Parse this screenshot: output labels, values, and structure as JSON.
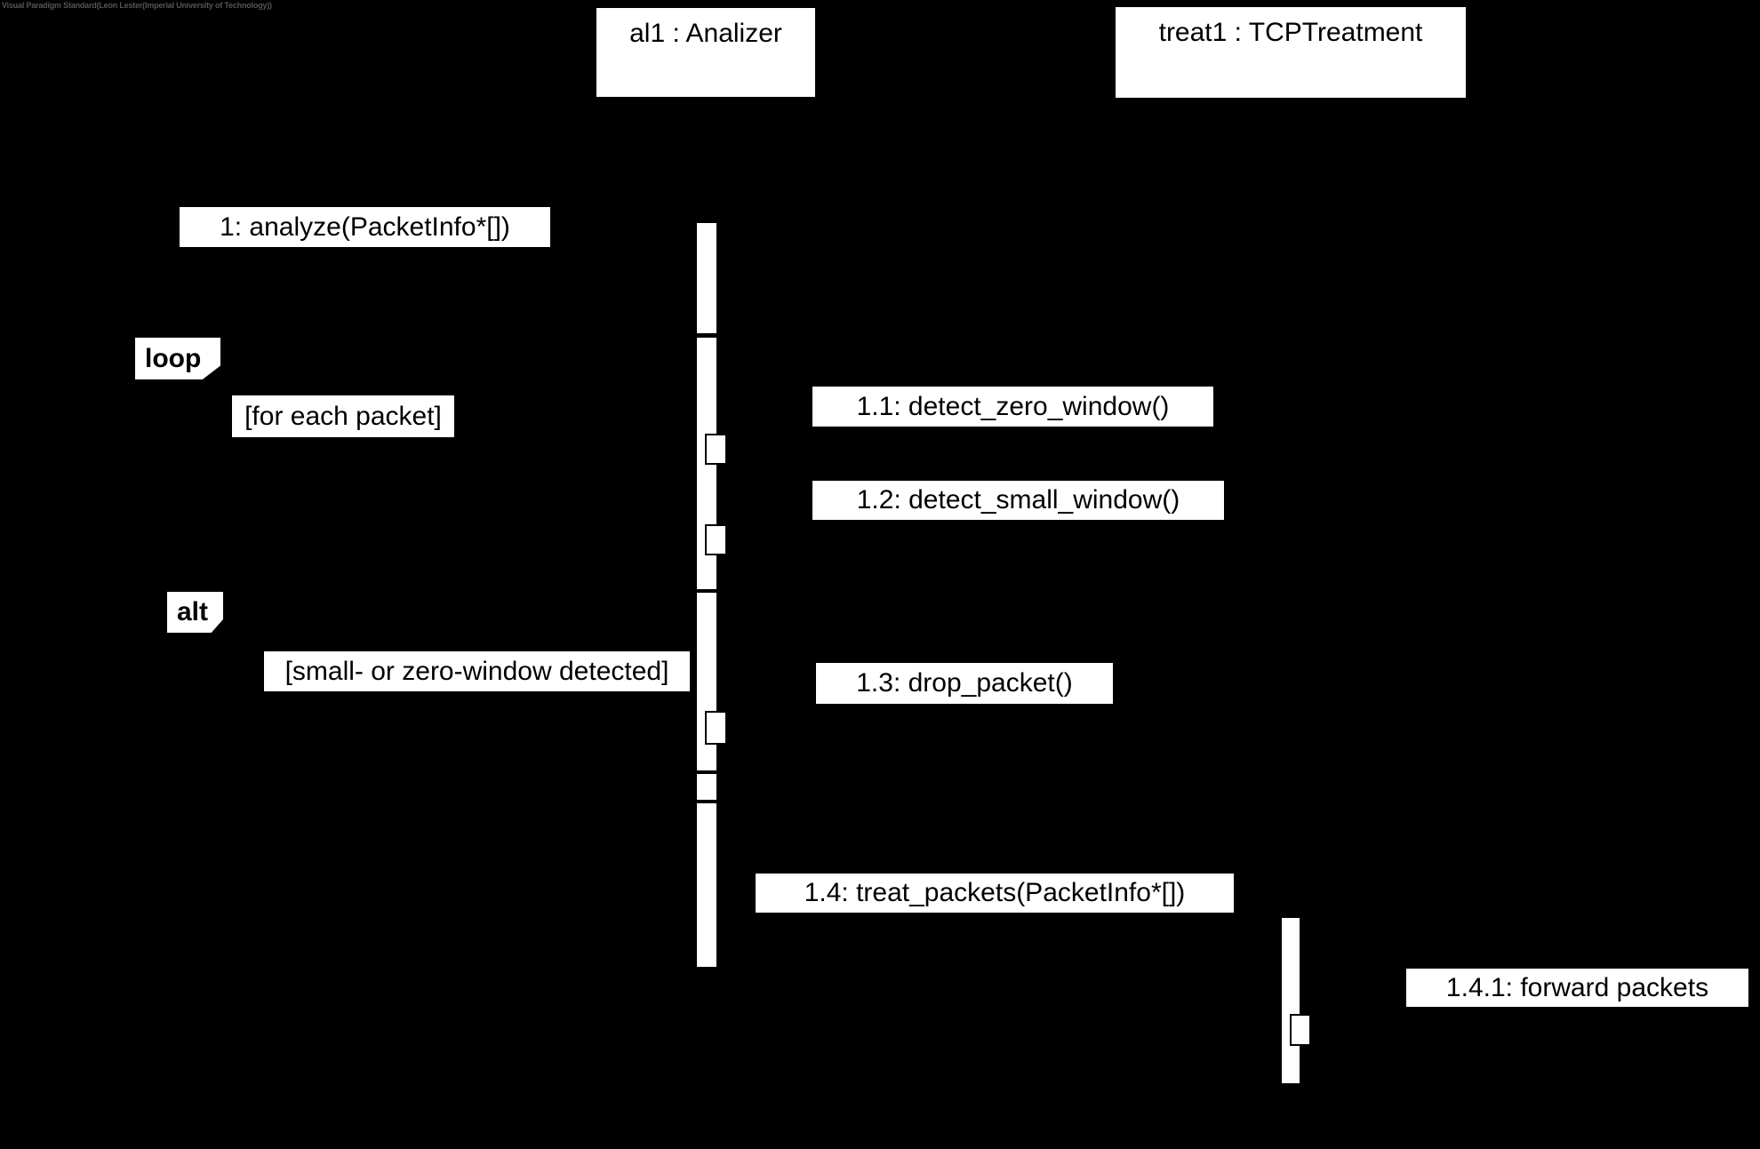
{
  "watermark": "Visual Paradigm Standard(Leon Lester(Imperial University of Technology))",
  "colors": {
    "background": "#000000",
    "shape_fill": "#ffffff",
    "shape_text": "#000000",
    "watermark_text": "#555555"
  },
  "diagram": {
    "type": "uml-sequence-diagram",
    "lifelines": [
      {
        "name": "al1 : Analizer"
      },
      {
        "name": "treat1 : TCPTreatment"
      }
    ],
    "fragments": [
      {
        "operator": "loop",
        "guard": "[for each packet]"
      },
      {
        "operator": "alt",
        "guard": "[small- or zero-window detected]"
      }
    ],
    "messages": [
      {
        "label": "1: analyze(PacketInfo*[])"
      },
      {
        "label": "1.1: detect_zero_window()"
      },
      {
        "label": "1.2: detect_small_window()"
      },
      {
        "label": "1.3: drop_packet()"
      },
      {
        "label": "1.4: treat_packets(PacketInfo*[])"
      },
      {
        "label": "1.4.1: forward packets"
      }
    ]
  }
}
